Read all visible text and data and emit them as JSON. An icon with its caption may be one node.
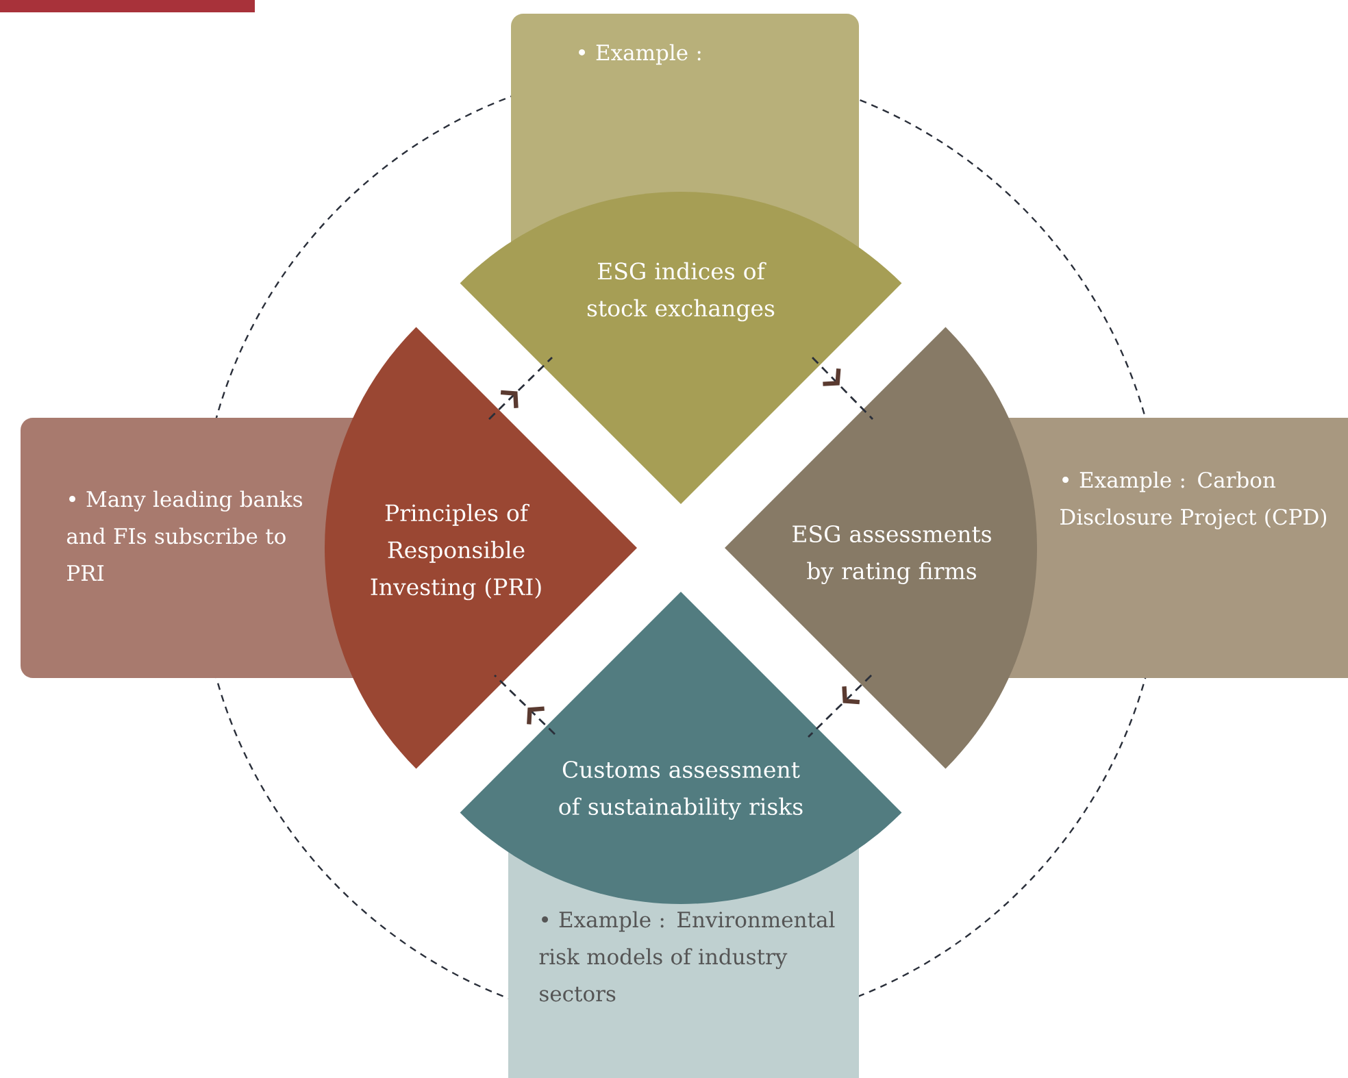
{
  "diagram": {
    "nodes": [
      {
        "text": [
          "• Example :"
        ]
      },
      {
        "text": [
          "ESG indices of stock exchanges"
        ]
      },
      {
        "text": [
          "• Many leading banks and FIs subscribe to PRI"
        ]
      },
      {
        "text": [
          "Principles of Responsible Investing (PRI)"
        ]
      },
      {
        "text": [
          "ESG assessments by rating firms"
        ]
      },
      {
        "text": [
          "• Example : Carbon Disclosure Project (CPD)"
        ]
      },
      {
        "text": [
          "Customs assessment of sustainability risks"
        ]
      },
      {
        "text": [
          "• Example : Environmental risk models of industry sectors"
        ]
      }
    ],
    "edges": [
      {
        "from": 3,
        "to": 1,
        "arrow": "to",
        "style": "dashed"
      },
      {
        "from": 1,
        "to": 4,
        "arrow": "to",
        "style": "dashed"
      },
      {
        "from": 4,
        "to": 6,
        "arrow": "to",
        "style": "dashed"
      },
      {
        "from": 6,
        "to": 3,
        "arrow": "to",
        "style": "dashed"
      }
    ]
  }
}
